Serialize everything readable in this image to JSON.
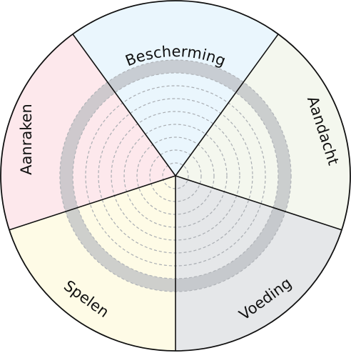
{
  "wheel": {
    "segments": [
      {
        "label": "Bescherming",
        "fill": "#eaf6fd"
      },
      {
        "label": "Aandacht",
        "fill": "#f4f7ee"
      },
      {
        "label": "Voeding",
        "fill": "#e5e7e9"
      },
      {
        "label": "Spelen",
        "fill": "#fefbe6"
      },
      {
        "label": "Aanraken",
        "fill": "#fde8ec"
      }
    ],
    "ring_count": 9,
    "colors": {
      "outline": "#111111",
      "ring_dashed": "#a9adb2",
      "band": "#b9bcc0"
    }
  }
}
